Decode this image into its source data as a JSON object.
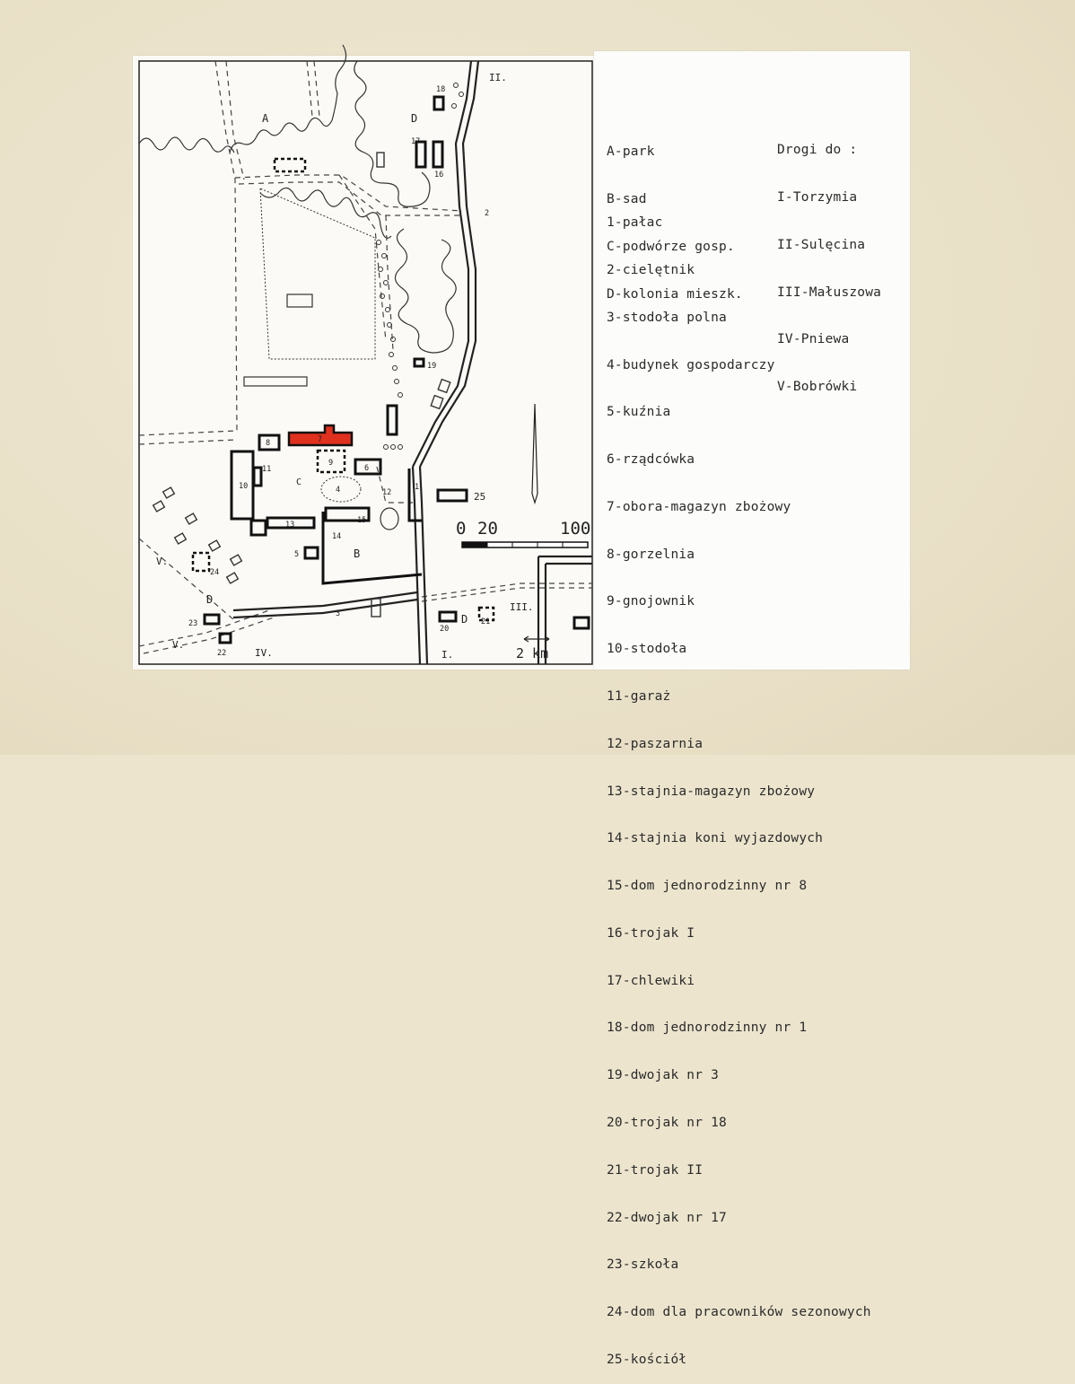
{
  "map": {
    "area_labels": [
      "A",
      "B",
      "C",
      "D",
      "D",
      "D"
    ],
    "building_numbers": [
      "1",
      "2",
      "3",
      "4",
      "5",
      "6",
      "7",
      "8",
      "9",
      "10",
      "11",
      "12",
      "13",
      "14",
      "15",
      "16",
      "17",
      "18",
      "19",
      "20",
      "21",
      "22",
      "23",
      "24",
      "25"
    ],
    "road_labels": [
      "I.",
      "II.",
      "III.",
      "IV.",
      "V.",
      "V."
    ],
    "scale": {
      "ticks": [
        "0",
        "20",
        "100"
      ]
    },
    "inset_distance": "2 km",
    "highlight_color": "#e0301e"
  },
  "legend_areas": [
    "A-park",
    "B-sad",
    "C-podwórze gosp.",
    "D-kolonia mieszk."
  ],
  "legend_roads_title": "Drogi do :",
  "legend_roads": [
    "I-Torzymia",
    "II-Sulęcina",
    "III-Małuszowa",
    "IV-Pniewa",
    "V-Bobrówki"
  ],
  "legend_buildings": [
    "1-pałac",
    "2-cielętnik",
    "3-stodoła polna",
    "4-budynek gospodarczy",
    "5-kuźnia",
    "6-rządcówka",
    "7-obora-magazyn zbożowy",
    "8-gorzelnia",
    "9-gnojownik",
    "10-stodoła",
    "11-garaż",
    "12-paszarnia",
    "13-stajnia-magazyn zbożowy",
    "14-stajnia koni wyjazdowych",
    "15-dom jednorodzinny nr 8",
    "16-trojak I",
    "17-chlewiki",
    "18-dom jednorodzinny nr 1",
    "19-dwojak nr 3",
    "20-trojak nr 18",
    "21-trojak II",
    "22-dwojak nr 17",
    "23-szkoła",
    "24-dom dla pracowników sezonowych",
    "25-kościół"
  ]
}
